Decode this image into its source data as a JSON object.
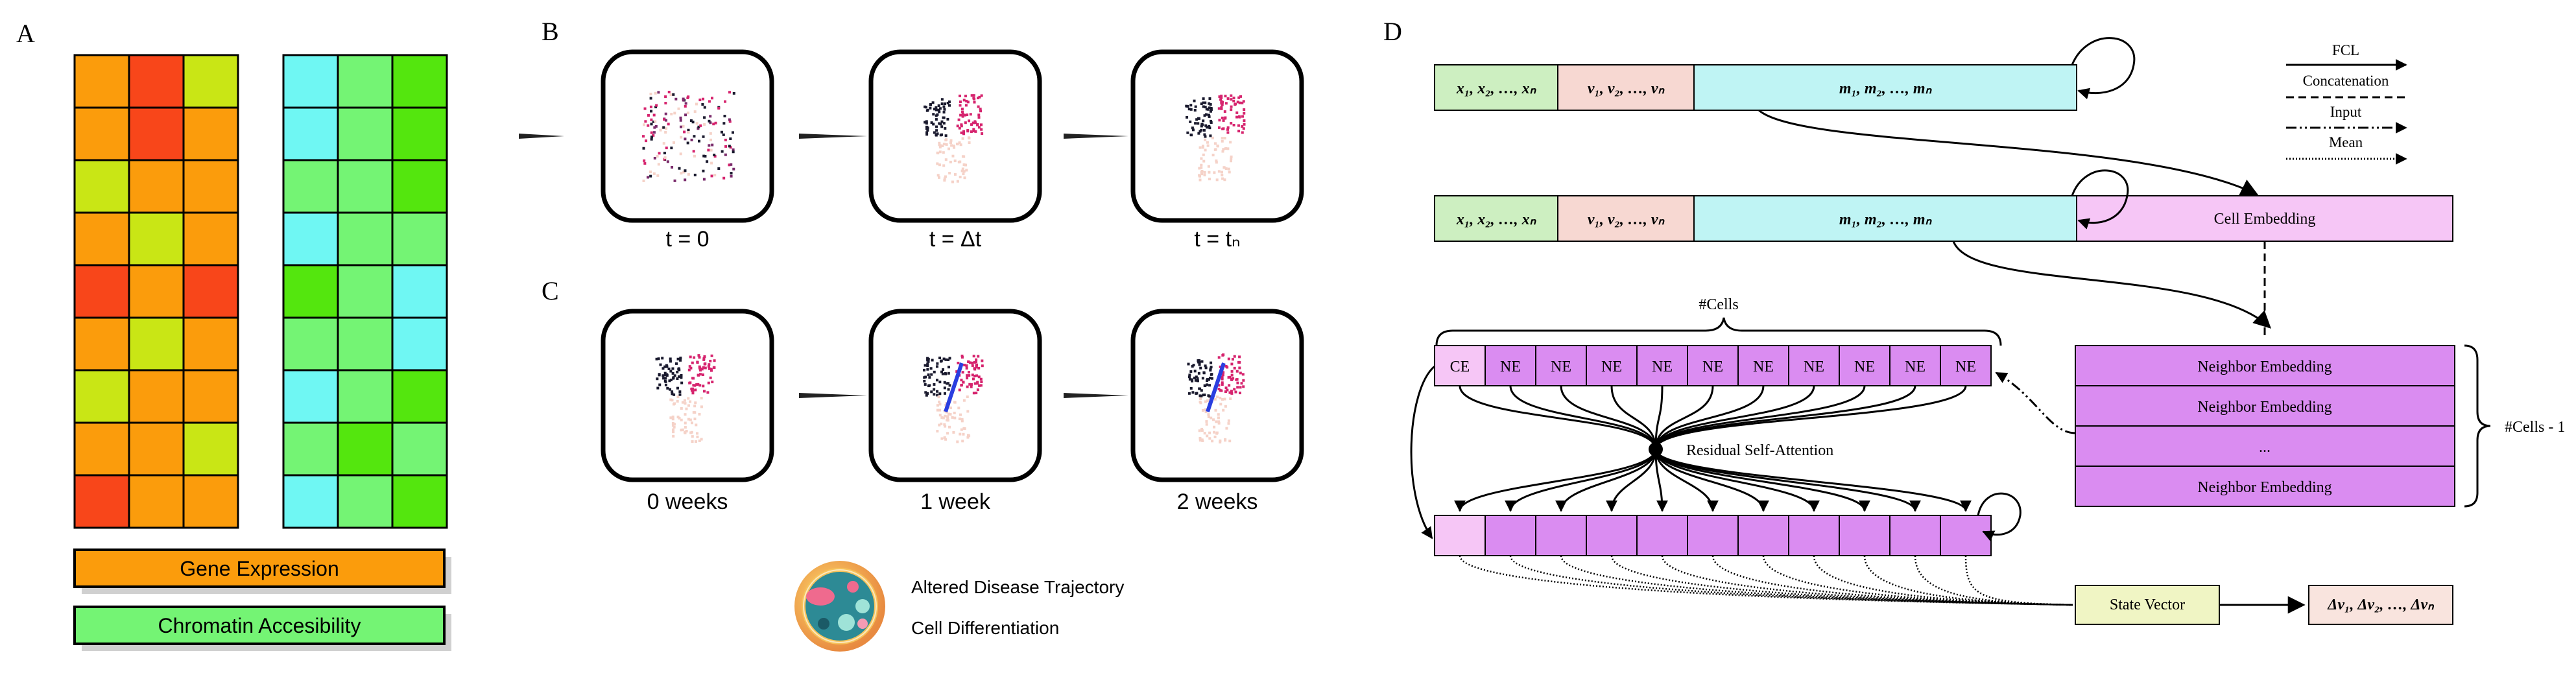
{
  "panels": {
    "a": "A",
    "b": "B",
    "c": "C",
    "d": "D"
  },
  "panel_a": {
    "gene_colors": [
      [
        "#FB9C0C",
        "#F8461A",
        "#C9E615"
      ],
      [
        "#FB9C0C",
        "#F8461A",
        "#FB9C0C"
      ],
      [
        "#C9E615",
        "#FB9C0C",
        "#FB9C0C"
      ],
      [
        "#FB9C0C",
        "#C9E615",
        "#FB9C0C"
      ],
      [
        "#F8461A",
        "#FB9C0C",
        "#F8461A"
      ],
      [
        "#FB9C0C",
        "#C9E615",
        "#FB9C0C"
      ],
      [
        "#C9E615",
        "#FB9C0C",
        "#FB9C0C"
      ],
      [
        "#FB9C0C",
        "#FB9C0C",
        "#C9E615"
      ],
      [
        "#F8461A",
        "#FB9C0C",
        "#FB9C0C"
      ]
    ],
    "chromatin_colors": [
      [
        "#6FF7F3",
        "#74F474",
        "#54E60E"
      ],
      [
        "#6FF7F3",
        "#74F474",
        "#54E60E"
      ],
      [
        "#74F474",
        "#74F474",
        "#54E60E"
      ],
      [
        "#6FF7F3",
        "#74F474",
        "#74F474"
      ],
      [
        "#54E60E",
        "#74F474",
        "#6FF7F3"
      ],
      [
        "#74F474",
        "#74F474",
        "#6FF7F3"
      ],
      [
        "#6FF7F3",
        "#74F474",
        "#54E60E"
      ],
      [
        "#74F474",
        "#54E60E",
        "#74F474"
      ],
      [
        "#6FF7F3",
        "#74F474",
        "#54E60E"
      ]
    ],
    "gene_label": "Gene Expression",
    "chromatin_label": "Chromatin Accesibility",
    "gene_label_color": "#FB9C0C",
    "chromatin_label_color": "#74F474"
  },
  "panel_b": {
    "labels": [
      "t = 0",
      "t = Δt",
      "t = tₙ"
    ]
  },
  "panel_c": {
    "labels": [
      "0 weeks",
      "1 week",
      "2 weeks"
    ]
  },
  "legend_bottom": {
    "line1": "Altered Disease Trajectory",
    "line2": "Cell Differentiation"
  },
  "panel_d": {
    "row1": {
      "x": "x₁, x₂, …, xₙ",
      "v": "v₁, v₂, …, vₙ",
      "m": "m₁, m₂, …, mₙ"
    },
    "row2": {
      "x": "x₁, x₂, …, xₙ",
      "v": "v₁, v₂, …, vₙ",
      "m": "m₁, m₂, …, mₙ",
      "cell_embedding": "Cell Embedding"
    },
    "legend": [
      "FCL",
      "Concatenation",
      "Input",
      "Mean"
    ],
    "cells_label": "#Cells",
    "ce": "CE",
    "ne": [
      "NE",
      "NE",
      "NE",
      "NE",
      "NE",
      "NE",
      "NE",
      "NE",
      "NE",
      "NE"
    ],
    "attention_label": "Residual Self-Attention",
    "neighbors": [
      "Neighbor Embedding",
      "Neighbor Embedding",
      "...",
      "Neighbor Embedding"
    ],
    "cells_minus": "#Cells - 1",
    "state_vector": "State Vector",
    "output": "Δv₁, Δv₂, …, Δvₙ",
    "colors": {
      "x": "#CDEFC1",
      "v": "#F7D8D2",
      "m": "#BFF4F4",
      "ce": "#F6C6F6",
      "ne": "#DA8CF1",
      "state": "#F0F5C4",
      "out": "#F9E4DE"
    }
  }
}
